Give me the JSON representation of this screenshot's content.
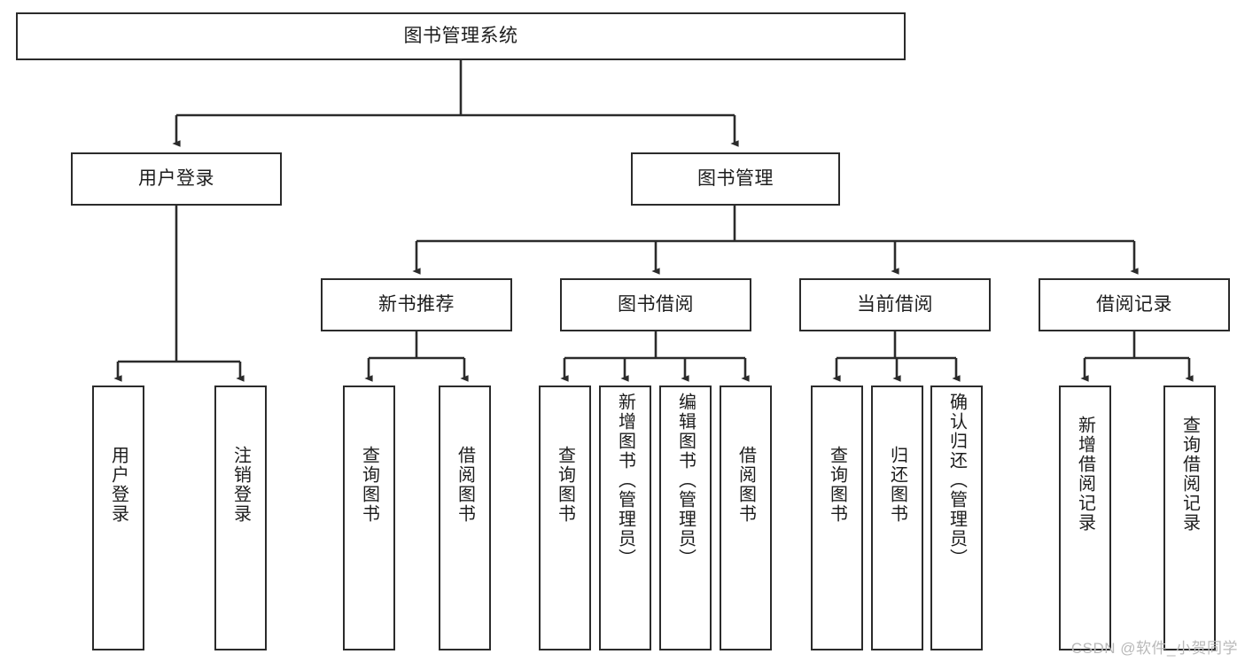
{
  "diagram": {
    "title": "图书管理系统",
    "type": "hierarchy-tree",
    "root": {
      "id": "root",
      "label": "图书管理系统"
    },
    "level2": [
      {
        "id": "user-login",
        "label": "用户登录"
      },
      {
        "id": "book-management",
        "label": "图书管理"
      }
    ],
    "level3": [
      {
        "id": "new-book-recommend",
        "label": "新书推荐"
      },
      {
        "id": "book-borrow",
        "label": "图书借阅"
      },
      {
        "id": "current-borrow",
        "label": "当前借阅"
      },
      {
        "id": "borrow-record",
        "label": "借阅记录"
      }
    ],
    "leaves": {
      "user_login": [
        {
          "id": "leaf-user-login",
          "label": "用户登录"
        },
        {
          "id": "leaf-logout",
          "label": "注销登录"
        }
      ],
      "new_book_recommend": [
        {
          "id": "leaf-query-book-1",
          "label": "查询图书"
        },
        {
          "id": "leaf-borrow-book-1",
          "label": "借阅图书"
        }
      ],
      "book_borrow": [
        {
          "id": "leaf-query-book-2",
          "label": "查询图书"
        },
        {
          "id": "leaf-add-book",
          "label": "新增图书（管理员）"
        },
        {
          "id": "leaf-edit-book",
          "label": "编辑图书（管理员）"
        },
        {
          "id": "leaf-borrow-book-2",
          "label": "借阅图书"
        }
      ],
      "current_borrow": [
        {
          "id": "leaf-query-book-3",
          "label": "查询图书"
        },
        {
          "id": "leaf-return-book",
          "label": "归还图书"
        },
        {
          "id": "leaf-confirm-return",
          "label": "确认归还（管理员）"
        }
      ],
      "borrow_record": [
        {
          "id": "leaf-add-record",
          "label": "新增借阅记录"
        },
        {
          "id": "leaf-query-record",
          "label": "查询借阅记录"
        }
      ]
    },
    "colors": {
      "stroke": "#2b2b2b",
      "fill": "#ffffff",
      "text": "#1d1d1d",
      "watermark": "#b9b9b9"
    }
  },
  "watermark": {
    "text": "CSDN @软件_小贺同学"
  }
}
